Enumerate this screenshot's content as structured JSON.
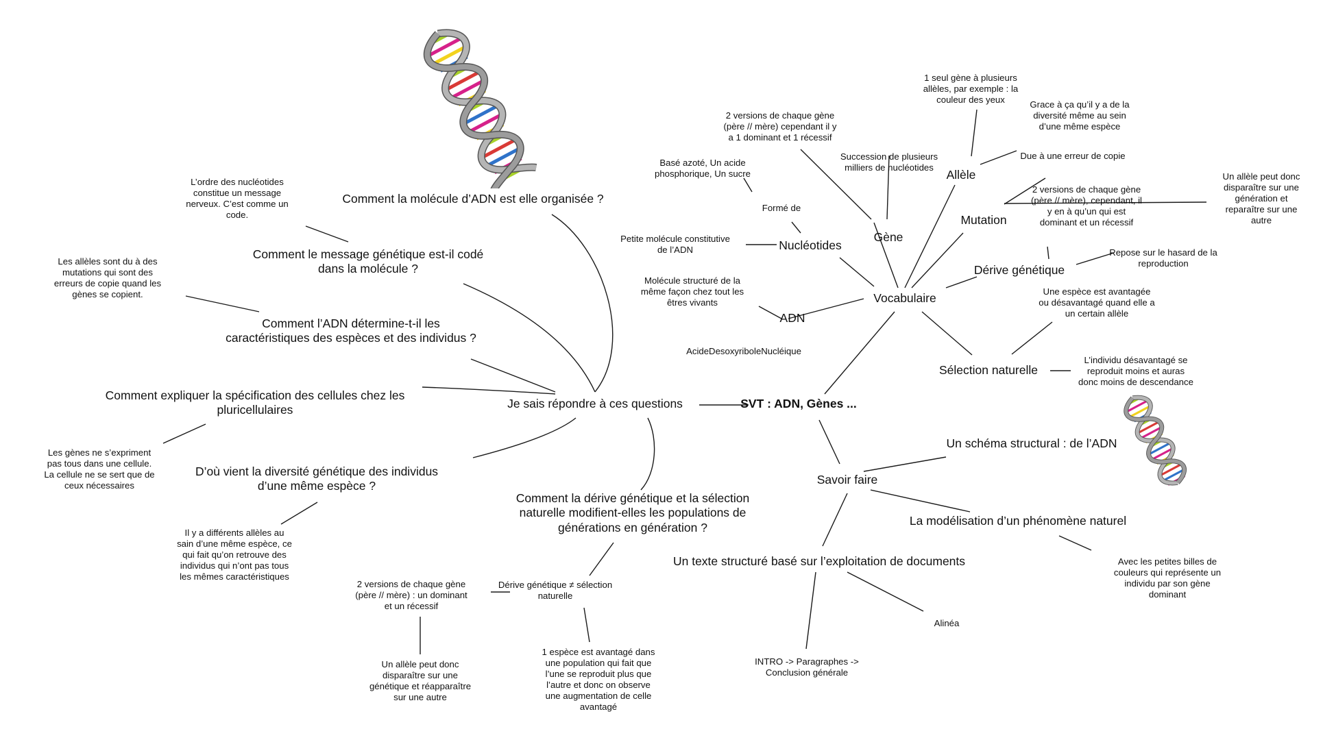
{
  "root": {
    "label": "SVT : ADN, Gènes ..."
  },
  "questions": {
    "hub": "Je sais répondre à ces questions",
    "q_organisee": "Comment la molécule d’ADN est elle organisée ?",
    "q_code": "Comment le message génétique est-il codé\ndans la molécule ?",
    "q_code_note": "L’ordre des nucléotides\nconstitue un message\nnerveux. C’est comme un\ncode.",
    "q_determine": "Comment l’ADN détermine-t-il les\ncaractéristiques des espèces et des individus ?",
    "q_determine_note": "Les allèles sont du à des\nmutations qui sont des\nerreurs de copie quand les\ngènes se copient.",
    "q_specification": "Comment expliquer la spécification des cellules chez les\npluricellulaires",
    "q_specification_note": "Les gènes ne s’expriment\npas tous dans une cellule.\nLa cellule ne se sert que de\nceux nécessaires",
    "q_diversite": "D’où vient la diversité génétique des individus\nd’une même espèce ?",
    "q_diversite_note": "Il y a différents allèles au\nsain d’une même espèce, ce\nqui fait qu’on retrouve des\nindividus qui n’ont pas tous\nles mêmes caractéristiques",
    "q_derive": "Comment la dérive génétique et la sélection\nnaturelle modifient-elles les populations de\ngénérations en génération ?",
    "derive_vs_selection": "Dérive génétique ≠ sélection\nnaturelle",
    "derive_versions": "2 versions de chaque gène\n(père // mère) : un dominant\net un récessif",
    "derive_allele": "Un allèle peut donc\ndisparaître sur une\ngénétique et réapparaître\nsur une autre",
    "selection_espece": "1 espèce est avantagé dans\nune population qui fait que\nl’une se reproduit plus que\nl’autre et donc on observe\nune augmentation de celle\navantagé"
  },
  "vocabulaire": {
    "hub": "Vocabulaire",
    "nucleotides": "Nucléotides",
    "nucleotides_def": "Petite molécule constitutive\nde l’ADN",
    "forme_de": "Formé de",
    "forme_de_detail": "Basé azoté, Un acide\nphosphorique, Un sucre",
    "adn": "ADN",
    "adn_def": "Molécule structuré de la\nmême façon chez tout les\nêtres vivants",
    "adn_full": "AcideDesoxyriboleNucléique",
    "gene": "Gène",
    "gene_versions": "2 versions de chaque gène\n(père // mère) cependant il y\na 1 dominant et 1 récessif",
    "gene_succession": "Succession de plusieurs\nmilliers de nucléotides",
    "allele": "Allèle",
    "allele_def": "1 seul gène à plusieurs\nallèles, par exemple : la\ncouleur des yeux",
    "allele_diversite": "Grace à ça qu’il y a de la\ndiversité même au sein\nd’une même espèce",
    "mutation": "Mutation",
    "mutation_def": "Due à une erreur de copie",
    "derive": "Dérive génétique",
    "derive_versions": "2 versions de chaque gène\n(père // mère), cependant, il\ny en à qu’un qui est\ndominant et un récessif",
    "derive_allele": "Un allèle peut donc\ndisparaître sur une\ngénération et\nreparaître sur une\nautre",
    "derive_hasard": "Repose sur le hasard de la\nreproduction",
    "selection": "Sélection naturelle",
    "selection_avantage": "Une espèce est avantagée\nou désavantagé quand elle a\nun certain allèle",
    "selection_descendance": "L’individu désavantagé se\nreproduit moins et auras\ndonc moins de descendance"
  },
  "savoir_faire": {
    "hub": "Savoir faire",
    "schema": "Un schéma structural : de l’ADN",
    "modelisation": "La modélisation d’un phénomène naturel",
    "modelisation_note": "Avec les petites billes de\ncouleurs qui représente un\nindividu par son gène\ndominant",
    "texte": "Un texte structuré basé sur l’exploitation de documents",
    "alinea": "Alinéa",
    "intro": "INTRO -> Paragraphes ->\nConclusion générale"
  },
  "colors": {
    "strand": "#a9a9a9",
    "strand_edge": "#555555",
    "base_magenta": "#d6218a",
    "base_lime": "#a8d12a",
    "base_yellow": "#f2d21e",
    "base_blue": "#2f73c9",
    "base_red": "#d93a36"
  }
}
